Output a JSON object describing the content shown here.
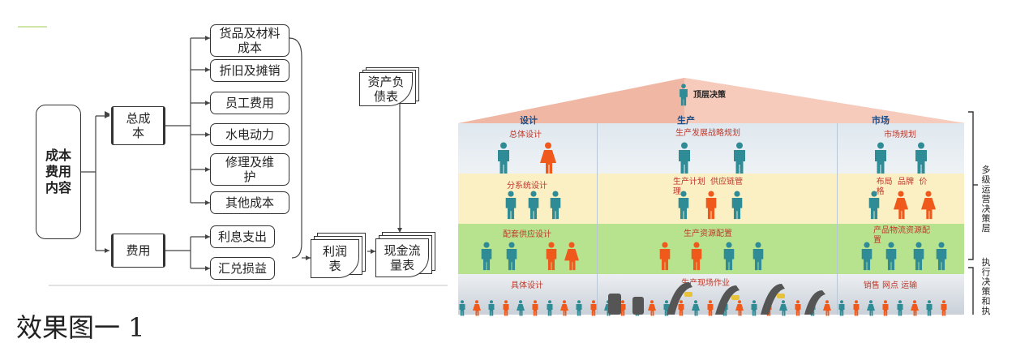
{
  "cost_diagram": {
    "root": "成本\n费用\n内容",
    "total_cost": "总成\n本",
    "expense": "费用",
    "total_cost_items": [
      "货品及材料\n成本",
      "折旧及摊销",
      "员工费用",
      "水电动力",
      "修理及维\n护",
      "其他成本"
    ],
    "expense_items": [
      "利息支出",
      "汇兑损益"
    ],
    "balance_sheet": "资产负\n债表",
    "profit_statement": "利润\n表",
    "cash_flow": "现金流\n量表"
  },
  "pyramid": {
    "top": "顶层决策",
    "columns": [
      "设计",
      "生产",
      "市场"
    ],
    "levels": [
      {
        "design": "总体设计",
        "production": "生产发展战略规划",
        "market": "市场规划"
      },
      {
        "design": "分系统设计",
        "production": "生产计划  供应链管\n理",
        "market": "布局  品牌  价\n格"
      },
      {
        "design": "配套供应设计",
        "production": "生产资源配置",
        "market": "产品物流资源配\n置"
      },
      {
        "design": "具体设计",
        "production": "生产现场作业",
        "market": "销售  网点  运输"
      }
    ],
    "side_upper": "多级运营决策层",
    "side_lower": "执行决策和执"
  },
  "caption": "效果图一 1",
  "colors": {
    "teal_person": "#2f8c97",
    "orange_person": "#ef5a1c",
    "band1": "#e8eef3",
    "band2": "#fbefc4",
    "band3": "#b7e38f",
    "band4": "#d6dbe1",
    "roof": "#f0b7a4"
  }
}
